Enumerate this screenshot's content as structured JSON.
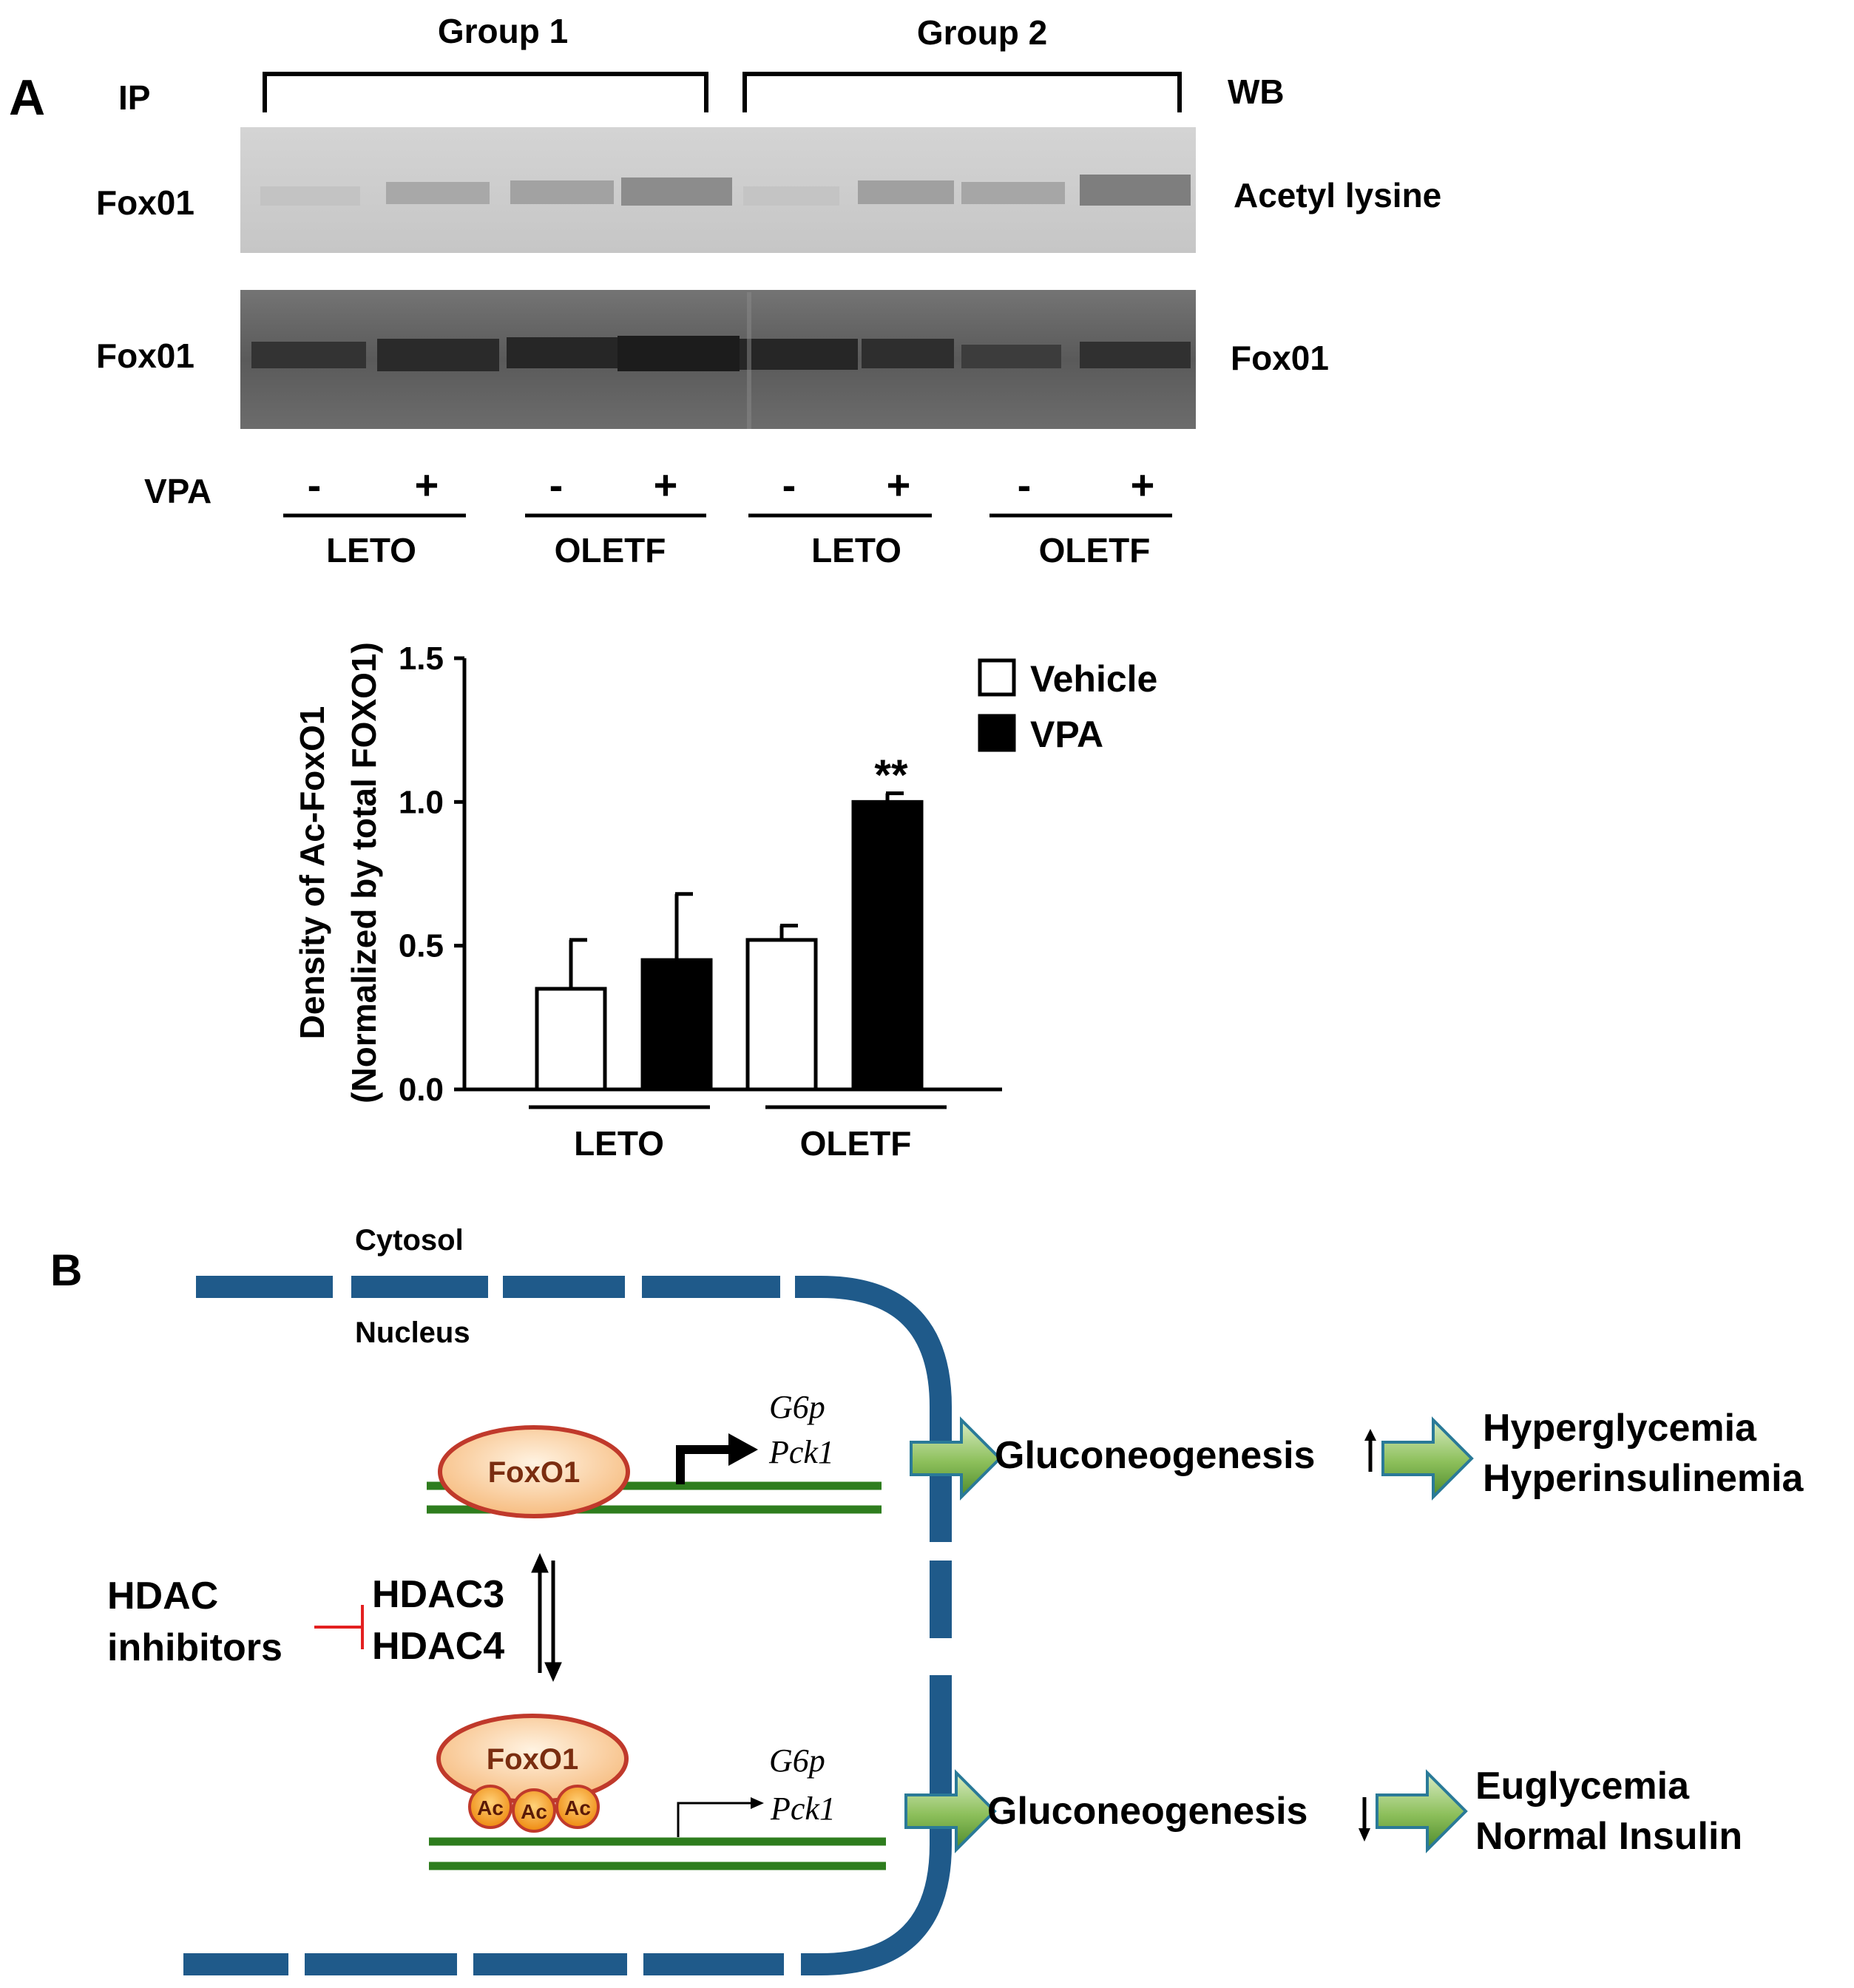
{
  "panel_a": {
    "panel_label": "A",
    "ip_label": "IP",
    "wb_label": "WB",
    "group_labels": [
      "Group 1",
      "Group 2"
    ],
    "blots": [
      {
        "ip": "Fox01",
        "wb": "Acetyl lysine"
      },
      {
        "ip": "Fox01",
        "wb": "Fox01"
      }
    ],
    "treatment_label": "VPA",
    "treatment_signs": [
      "-",
      "+",
      "-",
      "+",
      "-",
      "+",
      "-",
      "+"
    ],
    "strain_labels": [
      "LETO",
      "OLETF",
      "LETO",
      "OLETF"
    ],
    "colors": {
      "blot_light": "#cdcdcd",
      "blot_dark": "#5e5e5e"
    }
  },
  "chart_data": {
    "type": "bar",
    "categories": [
      "LETO",
      "OLETF"
    ],
    "series": [
      {
        "name": "Vehicle",
        "values": [
          0.35,
          0.52
        ],
        "errors": [
          0.17,
          0.05
        ],
        "color": "#ffffff"
      },
      {
        "name": "VPA",
        "values": [
          0.45,
          1.0
        ],
        "errors": [
          0.23,
          0.03
        ],
        "color": "#000000"
      }
    ],
    "ylabel_line1": "Density of Ac-FoxO1",
    "ylabel_line2": "(Normalized by total FOXO1)",
    "ylim": [
      0,
      1.5
    ],
    "yticks": [
      "0.0",
      "0.5",
      "1.0",
      "1.5"
    ],
    "annotation": "**",
    "legend_placement": "top-right",
    "grid": false
  },
  "panel_b": {
    "panel_label": "B",
    "cytosol_label": "Cytosol",
    "nucleus_label": "Nucleus",
    "foxo1_label": "FoxO1",
    "acetyl_tag": "Ac",
    "gene_1": "G6p",
    "gene_2": "Pck1",
    "gluconeogenesis_label": "Gluconeogenesis",
    "hdac_inhibitor_1": "HDAC",
    "hdac_inhibitor_2": "inhibitors",
    "hdac_1": "HDAC3",
    "hdac_2": "HDAC4",
    "outcome_up_1": "Hyperglycemia",
    "outcome_up_2": "Hyperinsulinemia",
    "outcome_down_1": "Euglycemia",
    "outcome_down_2": "Normal Insulin",
    "up_arrow_icon": "arrow-up-icon",
    "down_arrow_icon": "arrow-down-icon",
    "inhibit_icon": "inhibition-bar-icon",
    "colors": {
      "membrane": "#1f5a8a",
      "dna": "#2e7d1e",
      "foxo1_fill": "#fbd3a8",
      "foxo1_stroke": "#c0392b",
      "ac_fill": "#f39c12",
      "arrow_fill": "#8cbf5a",
      "arrow_stroke": "#2a7a98",
      "inhibit": "#e32020"
    }
  }
}
